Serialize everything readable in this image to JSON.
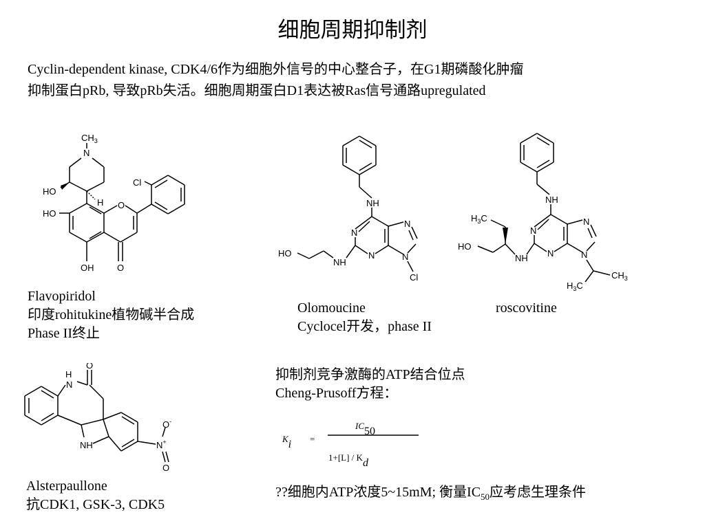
{
  "title": "细胞周期抑制剂",
  "intro": {
    "line1": "Cyclin-dependent kinase, CDK4/6作为细胞外信号的中心整合子，在G1期磷酸化肿瘤",
    "line2": "抑制蛋白pRb, 导致pRb失活。细胞周期蛋白D1表达被Ras信号通路upregulated"
  },
  "flavopiridol": {
    "name": "Flavopiridol",
    "source": "印度rohitukine植物碱半合成",
    "status": "Phase II终止",
    "atoms": {
      "ch3": "CH",
      "ch3_sub": "3",
      "n": "N",
      "ho1": "HO",
      "h": "H",
      "cl": "Cl",
      "ho2": "HO",
      "o_ring": "O",
      "oh": "OH",
      "o_keto": "O"
    }
  },
  "olomoucine": {
    "name": "Olomoucine",
    "developer": "Cyclocel开发，phase II",
    "atoms": {
      "nh": "NH",
      "n1": "N",
      "n3": "N",
      "n7": "N",
      "n9": "N",
      "ho": "HO",
      "nh2": "NH",
      "cl": "Cl"
    }
  },
  "roscovitine": {
    "name": "roscovitine",
    "atoms": {
      "nh": "NH",
      "n1": "N",
      "n3": "N",
      "n7": "N",
      "n9": "N",
      "h3c": "H",
      "h3c_sub": "3",
      "h3c_c": "C",
      "ho": "HO",
      "nh2": "NH",
      "ch3": "CH",
      "ch3_sub": "3",
      "h3c2": "H",
      "h3c2_sub": "3",
      "h3c2_c": "C"
    }
  },
  "alsterpaullone": {
    "name": "Alsterpaullone",
    "targets": "抗CDK1, GSK-3, CDK5",
    "atoms": {
      "h": "H",
      "n": "N",
      "o": "O",
      "nh": "NH",
      "o_minus": "O",
      "minus": "-",
      "n_plus": "N",
      "plus": "+",
      "o2": "O"
    }
  },
  "mechanism": {
    "line1": "抑制剂竞争激酶的ATP结合位点",
    "line2": "Cheng-Prusoff方程："
  },
  "formula": {
    "lhs": "K",
    "lhs_sub": "i",
    "eq": "=",
    "num": "IC",
    "num_sub": "50",
    "den": "1+[L] / K",
    "den_sub": "d"
  },
  "note": {
    "prefix": "??细胞内ATP浓度5~15mM; 衡量IC",
    "sub": "50",
    "suffix": "应考虑生理条件"
  }
}
